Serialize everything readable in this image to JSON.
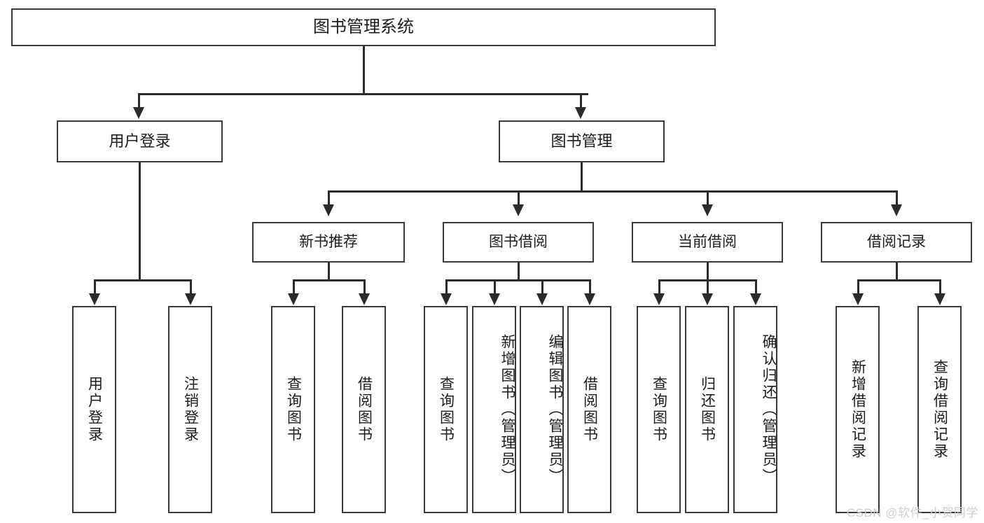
{
  "diagram": {
    "type": "hierarchy-tree",
    "background": "#ffffff",
    "line_color": "#2b2b2b",
    "box_border_color": "#3a3a3a",
    "text_color": "#1c1c1c",
    "root": {
      "label": "图书管理系统"
    },
    "level2": [
      {
        "label": "用户登录"
      },
      {
        "label": "图书管理"
      }
    ],
    "level3": [
      {
        "label": "新书推荐"
      },
      {
        "label": "图书借阅"
      },
      {
        "label": "当前借阅"
      },
      {
        "label": "借阅记录"
      }
    ],
    "leaves": {
      "user_login": [
        {
          "label": "用户登录"
        },
        {
          "label": "注销登录"
        }
      ],
      "new_book": [
        {
          "label": "查询图书"
        },
        {
          "label": "借阅图书"
        }
      ],
      "borrow_book": [
        {
          "label": "查询图书"
        },
        {
          "label": "新增图书（管理员）"
        },
        {
          "label": "编辑图书（管理员）"
        },
        {
          "label": "借阅图书"
        }
      ],
      "current_borrow": [
        {
          "label": "查询图书"
        },
        {
          "label": "归还图书"
        },
        {
          "label": "确认归还（管理员）"
        }
      ],
      "borrow_record": [
        {
          "label": "新增借阅记录"
        },
        {
          "label": "查询借阅记录"
        }
      ]
    }
  },
  "watermark": {
    "text": "CSDN @软件_小贺同学",
    "color": "#cfcfcf"
  }
}
